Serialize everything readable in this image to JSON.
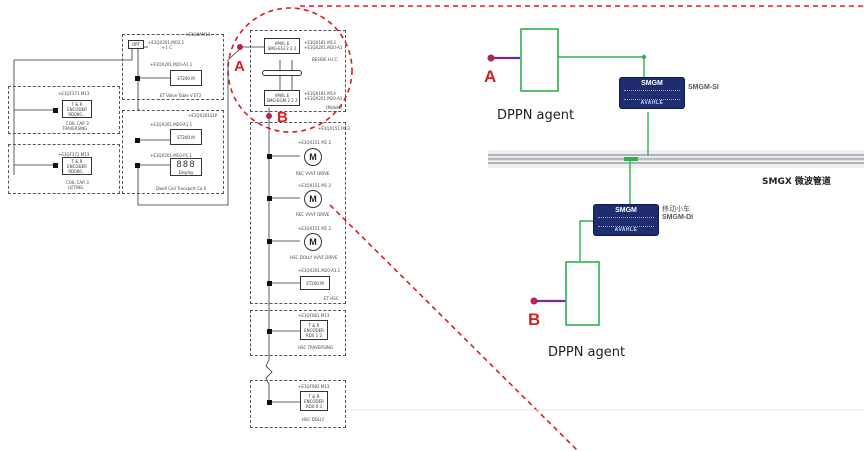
{
  "colors": {
    "accent_red": "#d61f26",
    "agent_green": "#2db34a",
    "cable_purple": "#7a2a96",
    "module_blue": "#1d2d6e",
    "rail_gray": "#9aa0a6"
  },
  "left_schematic": {
    "top": {
      "tag": "+E1Q8AM13",
      "opt_label": "OPT",
      "sw_tag": "+E1QX201.MO2.1",
      "sw_sub": "+1 C",
      "et_tag": "+E1QX201.M20-A1.1",
      "et_box": "ET200 M",
      "et_caption": "ET Valve Table V ET2"
    },
    "encoder1": {
      "tag": "+E1QF371 M13",
      "box_l1": "T & R",
      "box_l2": "ENCODER",
      "box_l3": "RD000...",
      "caption_l1": "COIL CAR 3",
      "caption_l2": "TRAVERSING"
    },
    "encoder2": {
      "tag": "+E1QF372 M13",
      "box_l1": "T & R",
      "box_l2": "ENCODER",
      "box_l3": "RD000...",
      "caption_l1": "COIL CAR 3",
      "caption_l2": "LIFTING"
    },
    "mid": {
      "tag_top": "+E1QX201S1P",
      "et_tag": "+E1QX201.M20-A1.1",
      "et_box": "ET200 M",
      "disp_tag": "+E1QX201.M10-P1.1",
      "disp_digits": "888",
      "disp_sub": "Display",
      "caption": "Dwell Coil Transport Ca 6"
    },
    "circle": {
      "box1_l1": "VM/IL E",
      "box1_l2": "SMG-EGI 2 2 2",
      "box1_tag": "+E1QX181 M13",
      "box1_tag2": "+E1QX201.M20-A1",
      "box1_caption": "BESIDE H.I.C.",
      "box2_l1": "VM/IL E",
      "box2_l2": "SMG-EGM 2 2 2",
      "box2_tag": "+E1QX181 M14",
      "box2_tag2": "+E1QX201.M20-A2",
      "box2_caption": "[Mobile]"
    },
    "drives": [
      {
        "tag": "+E1QX151 M1 2",
        "caption": "REC VVVF DRIVE"
      },
      {
        "tag": "+E1QX151 M1 2",
        "caption": "REC VVVF DRIVE"
      },
      {
        "tag": "+E1QX151 M1 2",
        "caption": "HSC DOLLY VVVF DRIVE"
      }
    ],
    "drives_tag": "+E1QX151.M13",
    "motor_letter": "M",
    "et_bottom": {
      "tag": "+E1QX201.M20-A1.1",
      "box": "ET200 M",
      "caption": "ET HSC"
    },
    "enc_bottom1": {
      "tag": "+E1QF081 M13",
      "l1": "T & R",
      "l2": "ENCODER",
      "l3": "RD0 1 2",
      "caption": "HSC TRAVERSING"
    },
    "enc_bottom2": {
      "tag": "+E1QF082 M13",
      "l1": "T & R",
      "l2": "ENCODER",
      "l3": "RD0 0 3",
      "caption": "HSC DOLLY"
    }
  },
  "callout": {
    "a": "A",
    "b": "B"
  },
  "right_diagram": {
    "label_a": "A",
    "label_b": "B",
    "agent_top": "DPPN agent",
    "agent_bottom": "DPPN agent",
    "smgm_si": {
      "title": "SMGM",
      "brand": "AVAHLE",
      "label": "SMGM-SI"
    },
    "smgm_di": {
      "title": "SMGM",
      "brand": "AVAHLE",
      "label_l1": "移动小车",
      "label_l2": "SMGM-DI"
    },
    "rail_label": "SMGX 微波管道"
  }
}
